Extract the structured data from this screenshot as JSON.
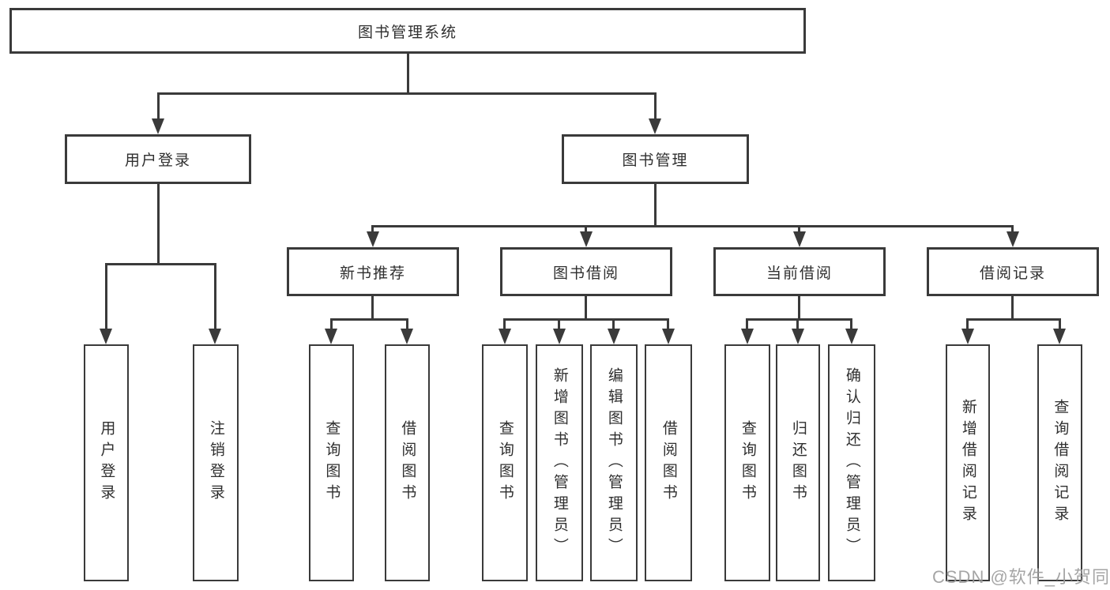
{
  "nodes": {
    "root": {
      "label": "图书管理系统"
    },
    "user_login": {
      "label": "用户登录"
    },
    "book_management": {
      "label": "图书管理"
    },
    "new_book_recommend": {
      "label": "新书推荐"
    },
    "book_borrowing": {
      "label": "图书借阅"
    },
    "current_borrowing": {
      "label": "当前借阅"
    },
    "borrowing_records": {
      "label": "借阅记录"
    },
    "leaves": {
      "user_login": [
        "用户登录",
        "注销登录"
      ],
      "new_book_recommend": [
        "查询图书",
        "借阅图书"
      ],
      "book_borrowing": [
        "查询图书",
        "新增图书（管理员）",
        "编辑图书（管理员）",
        "借阅图书"
      ],
      "current_borrowing": [
        "查询图书",
        "归还图书",
        "确认归还（管理员）"
      ],
      "borrowing_records": [
        "新增借阅记录",
        "查询借阅记录"
      ]
    }
  },
  "watermark": {
    "text": "CSDN @软件_小贺同学",
    "color": "#9c9c9c"
  },
  "colors": {
    "line": "#3a3a3a",
    "box_border": "#3a3a3a",
    "box_fill": "#ffffff",
    "text": "#2f2f2f",
    "background": "#ffffff"
  }
}
